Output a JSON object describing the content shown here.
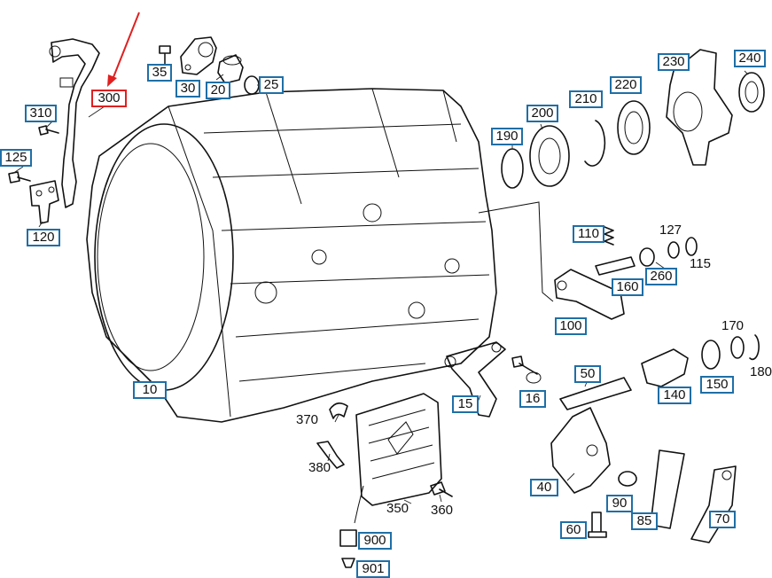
{
  "callouts": {
    "c300": "300",
    "c310": "310",
    "c125": "125",
    "c120": "120",
    "c35": "35",
    "c30": "30",
    "c20": "20",
    "c25": "25",
    "c230": "230",
    "c240": "240",
    "c220": "220",
    "c210": "210",
    "c200": "200",
    "c190": "190",
    "c110": "110",
    "c160": "160",
    "c260": "260",
    "c100": "100",
    "c50": "50",
    "c140": "140",
    "c150": "150",
    "c16": "16",
    "c15": "15",
    "c10": "10",
    "c40": "40",
    "c90": "90",
    "c85": "85",
    "c70": "70",
    "c60": "60",
    "c900": "900",
    "c901": "901"
  },
  "labels": {
    "l127": "127",
    "l115": "115",
    "l170": "170",
    "l180": "180",
    "l370": "370",
    "l380": "380",
    "l350": "350",
    "l360": "360"
  },
  "colors": {
    "callout_border": "#1f6fa6",
    "highlight": "#e02020",
    "line": "#111111"
  },
  "highlighted_part": "300"
}
